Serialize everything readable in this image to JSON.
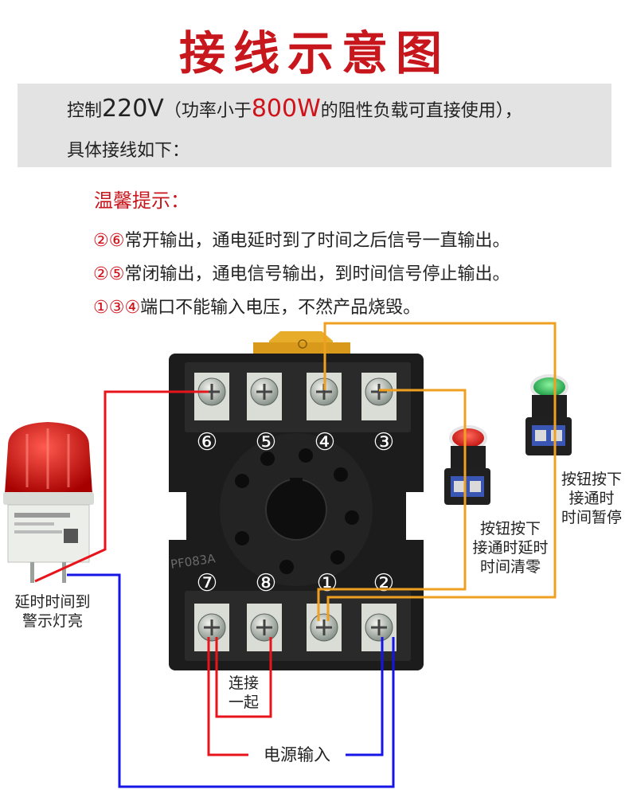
{
  "title": "接线示意图",
  "intro": {
    "line1_prefix": "控制",
    "voltage": "220V",
    "line1_mid": "（功率小于",
    "power": "800W",
    "line1_suffix": "的阻性负载可直接使用），",
    "line2": "具体接线如下："
  },
  "tips": {
    "title": "温馨提示：",
    "items": [
      {
        "nums": "②⑥",
        "text": "常开输出，通电延时到了时间之后信号一直输出。"
      },
      {
        "nums": "②⑤",
        "text": "常闭输出，通电信号输出，到时间信号停止输出。"
      },
      {
        "nums": "①③④",
        "text": "端口不能输入电压，不然产品烧毁。"
      }
    ]
  },
  "socket": {
    "model_label": "PF083A",
    "top_terminals": [
      "⑥",
      "⑤",
      "④",
      "③"
    ],
    "bottom_terminals": [
      "⑦",
      "⑧",
      "①",
      "②"
    ]
  },
  "labels": {
    "lamp": "延时时间到\n警示灯亮",
    "red_button": "按钮按下\n接通时延时\n时间清零",
    "green_button": "按钮按下\n接通时\n时间暂停",
    "link": "连接\n一起",
    "power_input": "电源输入"
  },
  "colors": {
    "title_red": "#c8161d",
    "wire_red": "#e8141c",
    "wire_blue": "#1515e6",
    "wire_orange": "#f0a020",
    "socket_body": "#1c1c1c",
    "latch_yellow": "#e7ad2a"
  }
}
